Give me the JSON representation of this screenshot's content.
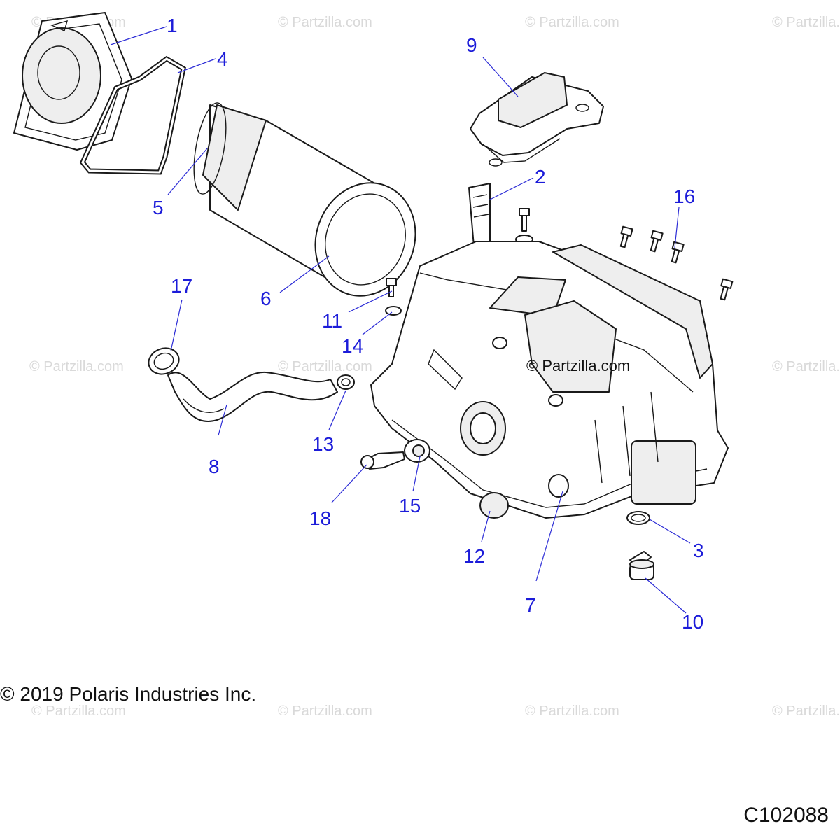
{
  "watermark_text": "© Partzilla.com",
  "center_watermark": "© Partzilla.com",
  "copyright": "© 2019 Polaris Industries Inc.",
  "diagram_id": "C102088",
  "callouts": {
    "c1": "1",
    "c2": "2",
    "c3": "3",
    "c4": "4",
    "c5": "5",
    "c6": "6",
    "c7": "7",
    "c8": "8",
    "c9": "9",
    "c10": "10",
    "c11": "11",
    "c12": "12",
    "c13": "13",
    "c14": "14",
    "c15": "15",
    "c16": "16",
    "c17": "17",
    "c18": "18"
  },
  "colors": {
    "callout": "#1c1cd9",
    "line_art": "#1a1a1a",
    "watermark": "#d9d9d9"
  }
}
